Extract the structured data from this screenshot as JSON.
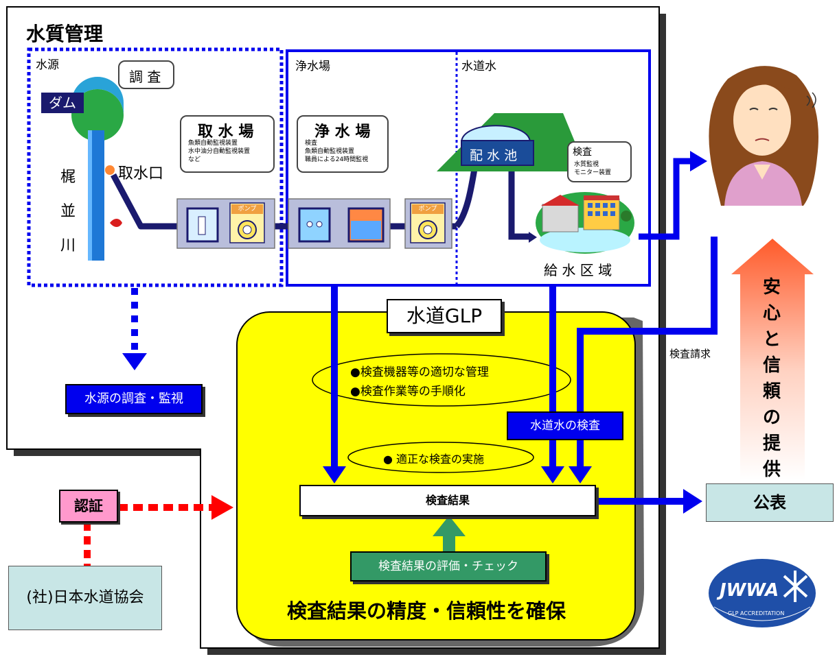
{
  "title": "水質管理",
  "zones": {
    "source": "水源",
    "plant": "浄水場",
    "tap": "水道水"
  },
  "dam_label": "ダム",
  "survey_bubble": "調 査",
  "river": [
    "梶",
    "並",
    "川"
  ],
  "intake_mouth": "取水口",
  "intake_bubble": {
    "title": "取 水 場",
    "lines": [
      "魚類自動監視装置",
      "水中油分自動監視装置",
      "など"
    ]
  },
  "plant_bubble": {
    "title": "浄 水 場",
    "lines": [
      "検査",
      "魚類自動監視装置",
      "職員による24時間監視"
    ]
  },
  "pump_label": "ポンプ",
  "reservoir_label": "配 水 池",
  "supply_bubble": {
    "title": "検査",
    "lines": [
      "水質監視",
      "モニター装置"
    ]
  },
  "supply_area": "給 水 区 域",
  "source_monitor": "水源の調査・監視",
  "glp_title": "水道GLP",
  "glp_points": [
    "●検査機器等の適切な管理",
    "●検査作業等の手順化"
  ],
  "proper_inspection": "● 適正な検査の実施",
  "tap_inspection": "水道水の検査",
  "inspection_request": "検査請求",
  "results": "検査結果",
  "evaluation": "検査結果の評価・チェック",
  "glp_footer": "検査結果の精度・信頼性を確保",
  "certification": "認証",
  "association": "(社)日本水道協会",
  "publish": "公表",
  "trust_arrow": [
    "安",
    "心",
    "と",
    "信",
    "頼",
    "の",
    "提",
    "供"
  ],
  "logo_text": {
    "main": "JWWA",
    "ring": "GLP ACCREDITATION"
  },
  "colors": {
    "blue": "#0000ee",
    "navy": "#1a1a6e",
    "yellow": "#ffff00",
    "light_teal": "#c8e6e6",
    "pink": "#ff99cc",
    "red": "#ff0000",
    "green": "#339966",
    "orange_grad": "#ff5a2a"
  }
}
